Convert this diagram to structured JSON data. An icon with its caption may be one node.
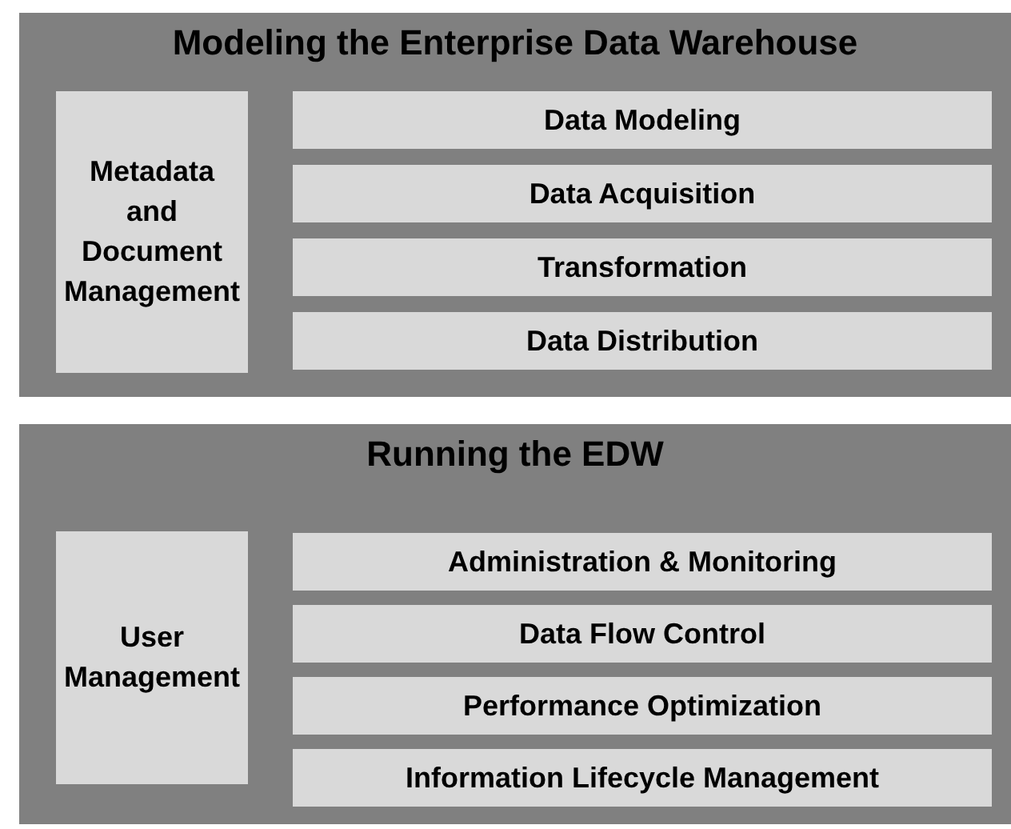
{
  "diagram": {
    "nodes": [
      {
        "text": [
          "Modeling the Enterprise Data Warehouse"
        ]
      },
      {
        "text": [
          "Metadata and Document Management"
        ],
        "in": 0
      },
      {
        "text": [
          "Data Modeling"
        ],
        "in": 0
      },
      {
        "text": [
          "Data Acquisition"
        ],
        "in": 0
      },
      {
        "text": [
          "Transformation"
        ],
        "in": 0
      },
      {
        "text": [
          "Data Distribution"
        ],
        "in": 0
      },
      {
        "text": [
          "Running the EDW"
        ]
      },
      {
        "text": [
          "User Management"
        ],
        "in": 6
      },
      {
        "text": [
          "Administration & Monitoring"
        ],
        "in": 6
      },
      {
        "text": [
          "Data Flow Control"
        ],
        "in": 6
      },
      {
        "text": [
          "Performance Optimization"
        ],
        "in": 6
      },
      {
        "text": [
          "Information Lifecycle Management"
        ],
        "in": 6
      }
    ],
    "edges": []
  }
}
